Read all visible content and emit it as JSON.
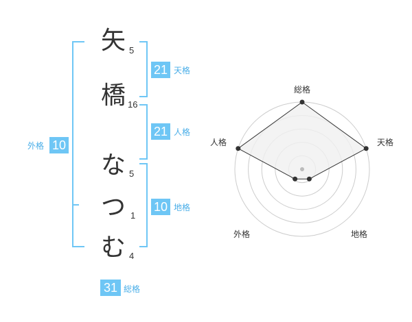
{
  "name_chars": [
    {
      "char": "矢",
      "strokes": "5"
    },
    {
      "char": "橋",
      "strokes": "16"
    },
    {
      "char": "な",
      "strokes": "5"
    },
    {
      "char": "つ",
      "strokes": "1"
    },
    {
      "char": "む",
      "strokes": "4"
    }
  ],
  "kakusu": {
    "tenkaku": {
      "value": "21",
      "label": "天格"
    },
    "jinkaku": {
      "value": "21",
      "label": "人格"
    },
    "chikaku": {
      "value": "10",
      "label": "地格"
    },
    "gaikaku": {
      "value": "10",
      "label": "外格"
    },
    "soukaku": {
      "value": "31",
      "label": "総格"
    }
  },
  "radar": {
    "axes": [
      "総格",
      "天格",
      "地格",
      "外格",
      "人格"
    ],
    "levels": [
      1.0,
      1.0,
      0.18,
      0.18,
      1.0
    ],
    "rings": 5,
    "colors": {
      "fill": "#f0f0f0",
      "ring": "#cccccc",
      "line": "#333333",
      "point": "#333333",
      "center": "#bbbbbb"
    }
  },
  "colors": {
    "accent": "#6ec6f5",
    "label": "#4aaee8"
  }
}
